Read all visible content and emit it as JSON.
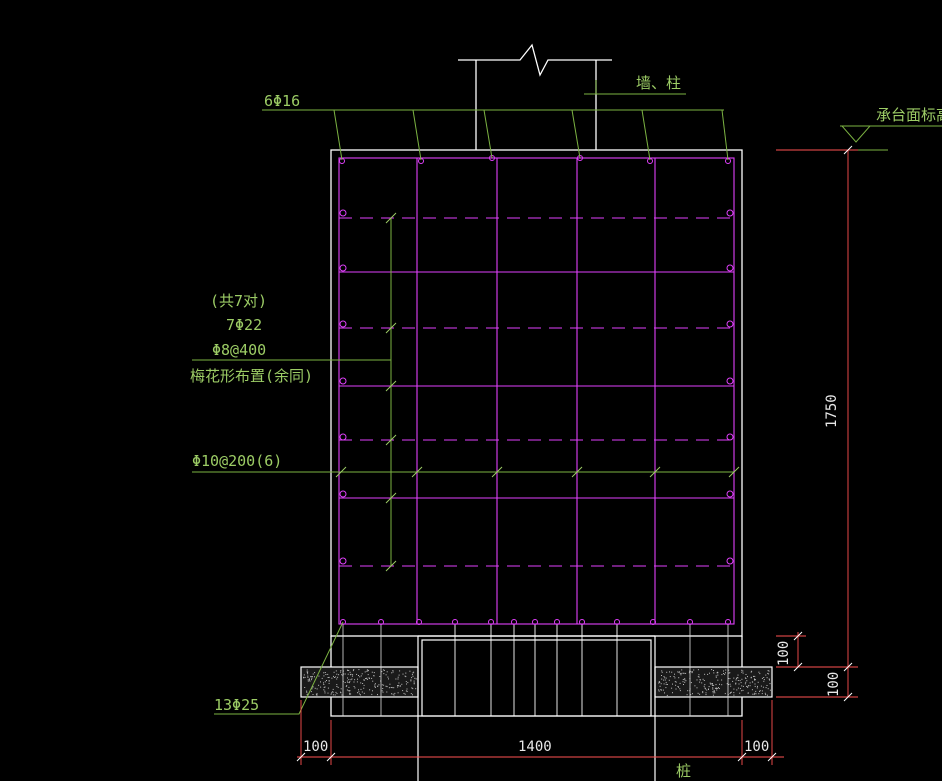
{
  "drawing": {
    "top_bar_label": "6Φ16",
    "wall_column_label": "墙、柱",
    "cap_top_elev_label": "承台面标高",
    "note_pairs": "(共7对)",
    "note_bars": "7Φ22",
    "note_spacing": "Φ8@400",
    "note_layout": "梅花形布置(余同)",
    "stirrup_label": "Φ10@200(6)",
    "bottom_bar_label": "13Φ25",
    "dim_total_height": "1750",
    "dim_cover_top": "100",
    "dim_cover_bottom": "100",
    "dim_width": "1400",
    "dim_left_edge": "100",
    "dim_right_edge": "100",
    "pile_label": "桩"
  },
  "colors": {
    "background": "#000000",
    "outline": "#ffffff",
    "rebar": "#e040fb",
    "leader": "#7cb342",
    "dimension": "#ff5252",
    "text": "#9ccc65"
  }
}
